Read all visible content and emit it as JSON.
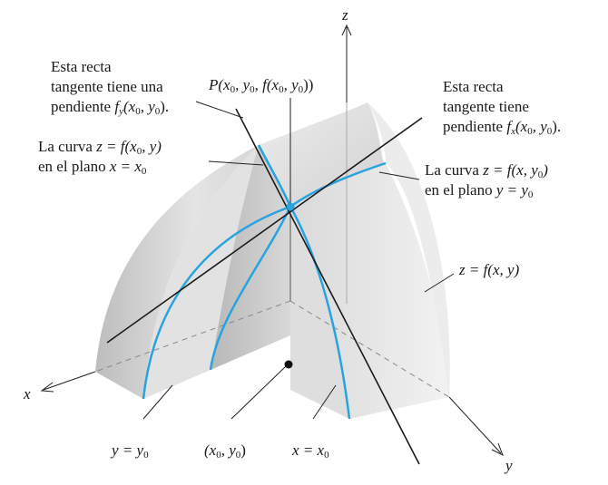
{
  "axes": {
    "x": "x",
    "y": "y",
    "z": "z"
  },
  "labels": {
    "tangent_y_l1": "Esta recta",
    "tangent_y_l2": "tangente tiene una",
    "tangent_y_l3_pre": "pendiente ",
    "tangent_y_sym": "f",
    "tangent_y_sub": "y",
    "tangent_y_open": "(x",
    "tangent_y_sub0a": "0",
    "tangent_y_mid": ", y",
    "tangent_y_sub0b": "0",
    "tangent_y_close": ").",
    "point_P": "P(x",
    "point_P_s1": "0",
    "point_P_m1": ", y",
    "point_P_s2": "0",
    "point_P_m2": ", f(x",
    "point_P_s3": "0",
    "point_P_m3": ", y",
    "point_P_s4": "0",
    "point_P_end": "))",
    "tangent_x_l1": "Esta recta",
    "tangent_x_l2": "tangente tiene",
    "tangent_x_l3_pre": "pendiente ",
    "tangent_x_sym": "f",
    "tangent_x_sub": "x",
    "tangent_x_open": "(x",
    "tangent_x_sub0a": "0",
    "tangent_x_mid": ", y",
    "tangent_x_sub0b": "0",
    "tangent_x_close": ").",
    "curve_x0_l1_pre": "La curva ",
    "curve_x0_l1_math": "z = f(x",
    "curve_x0_l1_sub": "0",
    "curve_x0_l1_end": ", y)",
    "curve_x0_l2_pre": "en el plano ",
    "curve_x0_l2_math": "x = x",
    "curve_x0_l2_sub": "0",
    "curve_y0_l1_pre": "La curva ",
    "curve_y0_l1_math": "z = f(x, y",
    "curve_y0_l1_sub": "0",
    "curve_y0_l1_end": ")",
    "curve_y0_l2_pre": "en el plano ",
    "curve_y0_l2_math": "y = y",
    "curve_y0_l2_sub": "0",
    "surface": "z = f(x, y)",
    "plane_y0": "y = y",
    "plane_y0_sub": "0",
    "point_base": "(x",
    "point_base_s1": "0",
    "point_base_mid": ", y",
    "point_base_s2": "0",
    "point_base_end": ")",
    "plane_x0": "x = x",
    "plane_x0_sub": "0"
  },
  "colors": {
    "curve": "#29a3e0",
    "surface_light": "#e6e6e6",
    "surface_mid": "#cfcfcf",
    "surface_dark": "#b9b9b9",
    "line": "#1a1a1a"
  }
}
